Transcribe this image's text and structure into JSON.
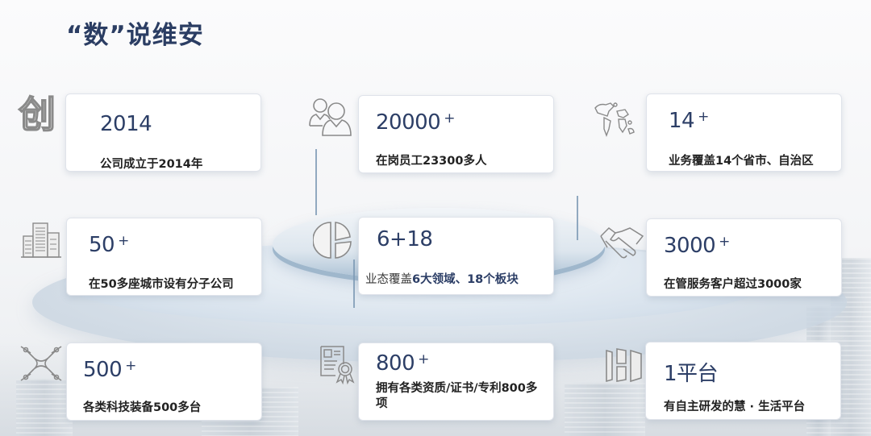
{
  "page": {
    "title": "“数”说维安"
  },
  "stats": [
    {
      "id": "founded",
      "icon": "chuang-character-icon",
      "icon_char": "创",
      "value": "2014",
      "suffix": "",
      "description": "公司成立于2014年"
    },
    {
      "id": "employees",
      "icon": "people-icon",
      "value": "20000",
      "suffix": "+",
      "description": "在岗员工23300多人"
    },
    {
      "id": "coverage",
      "icon": "world-map-icon",
      "value": "14",
      "suffix": "+",
      "description": "业务覆盖14个省市、自治区"
    },
    {
      "id": "cities",
      "icon": "buildings-icon",
      "value": "50",
      "suffix": "+",
      "description": "在50多座城市设有分子公司"
    },
    {
      "id": "sectors",
      "icon": "pie-chart-icon",
      "value": "6+18",
      "suffix": "",
      "description_prefix": "业态覆盖",
      "description_highlight": "6大领域、18个板块"
    },
    {
      "id": "clients",
      "icon": "handshake-icon",
      "value": "3000",
      "suffix": "+",
      "description": "在管服务客户超过3000家"
    },
    {
      "id": "equipment",
      "icon": "drone-icon",
      "value": "500",
      "suffix": "+",
      "description": "各类科技装备500多台"
    },
    {
      "id": "certificates",
      "icon": "certificate-icon",
      "value": "800",
      "suffix": "+",
      "description": "拥有各类资质/证书/专利800多项"
    },
    {
      "id": "platform",
      "icon": "platform-panels-icon",
      "value": "1平台",
      "suffix": "",
      "description": "有自主研发的慧 · 生活平台"
    }
  ],
  "colors": {
    "title": "#2b3d63",
    "value": "#2c3e66",
    "description": "#222222",
    "icon_stroke": "#8a8a8a",
    "platform_accent": "#9fb7cc"
  }
}
